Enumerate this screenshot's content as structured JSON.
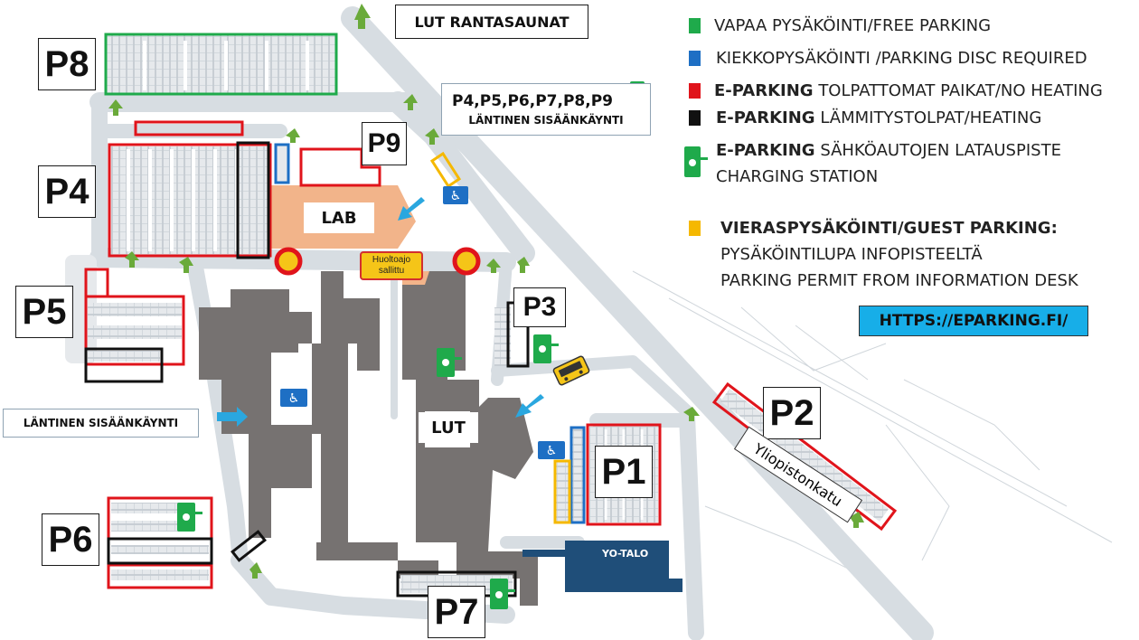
{
  "map": {
    "parking_areas": [
      "P1",
      "P2",
      "P3",
      "P4",
      "P5",
      "P6",
      "P7",
      "P8",
      "P9"
    ],
    "buildings": {
      "lab": "LAB",
      "lut": "LUT",
      "yo_talo": "YO-TALO"
    },
    "places": {
      "rantasaunat": "LUT RANTASAUNAT",
      "west_entrance_top_codes": "P4,P5,P6,P7,P8,P9",
      "west_entrance_top": "LÄNTINEN SISÄÄNKÄYNTI",
      "west_entrance_left": "LÄNTINEN SISÄÄNKÄYNTI"
    },
    "street": "Yliopistonkatu",
    "service_sign": {
      "line1": "Huoltoajo",
      "line2": "sallittu"
    },
    "icons": [
      "charging-station-icon",
      "wheelchair-icon",
      "bus-icon",
      "no-entry-icon",
      "direction-arrow-icon"
    ]
  },
  "legend": {
    "free_parking": {
      "color": "#1faa4b",
      "text": "VAPAA PYSÄKÖINTI/FREE PARKING"
    },
    "disc_parking": {
      "color": "#1e6fc4",
      "text": "KIEKKOPYSÄKÖINTI /PARKING DISC REQUIRED"
    },
    "eparking_no_heating": {
      "color": "#e0141b",
      "bold": "E-PARKING",
      "text": " TOLPATTOMAT PAIKAT/NO HEATING"
    },
    "eparking_heating": {
      "color": "#111111",
      "bold": "E-PARKING",
      "text": " LÄMMITYSTOLPAT/HEATING"
    },
    "eparking_charging": {
      "bold": "E-PARKING",
      "text1": " SÄHKÖAUTOJEN LATAUSPISTE",
      "text2": "CHARGING STATION"
    },
    "guest_parking": {
      "color": "#f5b800",
      "bold": "VIERASPYSÄKÖINTI/GUEST PARKING:",
      "text1": "PYSÄKÖINTILUPA INFOPISTEELTÄ",
      "text2": "PARKING PERMIT FROM INFORMATION DESK"
    },
    "url": "HTTPS://EPARKING.FI/"
  },
  "colors": {
    "road": "#d7dde2",
    "road_edge": "#b9c3cb",
    "building": "#767271",
    "lab_building": "#f2b48a",
    "yo_talo": "#1f4e79",
    "free": "#1faa4b",
    "disc": "#1e6fc4",
    "no_heating": "#e0141b",
    "heating": "#111111",
    "guest": "#f5b800",
    "arrow_blue": "#2aa7df",
    "arrow_green": "#6aaa3a"
  }
}
